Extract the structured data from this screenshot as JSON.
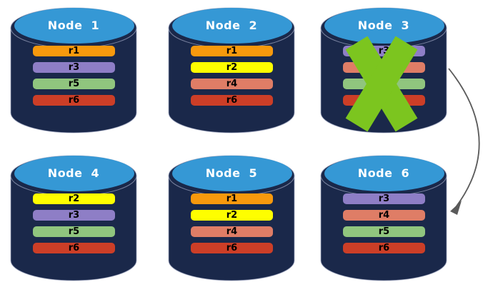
{
  "diagram": {
    "background": "#FFFFFF",
    "colors": {
      "cylinder_body": "#1A284A",
      "cylinder_top": "#3598D5",
      "cylinder_edge": "#A2A9C4",
      "node_title_text": "#FFFFFF",
      "replica_label_text": "#000000",
      "failure_x": "#7CC51F",
      "arrow": "#5A5A5A"
    },
    "replica_palette": {
      "r1": "#F7990D",
      "r2": "#FEFE00",
      "r3": "#8E7EC6",
      "r4": "#DF7D66",
      "r5": "#90C57E",
      "r6": "#CC3E27"
    },
    "nodes": [
      {
        "label": "Node 1",
        "failed": false,
        "replicas": [
          {
            "label": "r1",
            "color": "#F7990D"
          },
          {
            "label": "r3",
            "color": "#8E7EC6"
          },
          {
            "label": "r5",
            "color": "#90C57E"
          },
          {
            "label": "r6",
            "color": "#CC3E27"
          }
        ]
      },
      {
        "label": "Node 2",
        "failed": false,
        "replicas": [
          {
            "label": "r1",
            "color": "#F7990D"
          },
          {
            "label": "r2",
            "color": "#FEFE00"
          },
          {
            "label": "r4",
            "color": "#DF7D66"
          },
          {
            "label": "r6",
            "color": "#CC3E27"
          }
        ]
      },
      {
        "label": "Node 3",
        "failed": true,
        "replicas": [
          {
            "label": "r3",
            "color": "#8E7EC6"
          },
          {
            "label": "r4",
            "color": "#DF7D66"
          },
          {
            "label": "r5",
            "color": "#90C57E"
          },
          {
            "label": "r6",
            "color": "#CC3E27"
          }
        ]
      },
      {
        "label": "Node 4",
        "failed": false,
        "replicas": [
          {
            "label": "r2",
            "color": "#FEFE00"
          },
          {
            "label": "r3",
            "color": "#8E7EC6"
          },
          {
            "label": "r5",
            "color": "#90C57E"
          },
          {
            "label": "r6",
            "color": "#CC3E27"
          }
        ]
      },
      {
        "label": "Node 5",
        "failed": false,
        "replicas": [
          {
            "label": "r1",
            "color": "#F7990D"
          },
          {
            "label": "r2",
            "color": "#FEFE00"
          },
          {
            "label": "r4",
            "color": "#DF7D66"
          },
          {
            "label": "r6",
            "color": "#CC3E27"
          }
        ]
      },
      {
        "label": "Node 6",
        "failed": false,
        "replicas": [
          {
            "label": "r3",
            "color": "#8E7EC6"
          },
          {
            "label": "r4",
            "color": "#DF7D66"
          },
          {
            "label": "r5",
            "color": "#90C57E"
          },
          {
            "label": "r6",
            "color": "#CC3E27"
          }
        ]
      }
    ],
    "arrow": {
      "from": "Node 3",
      "to": "Node 6"
    }
  }
}
